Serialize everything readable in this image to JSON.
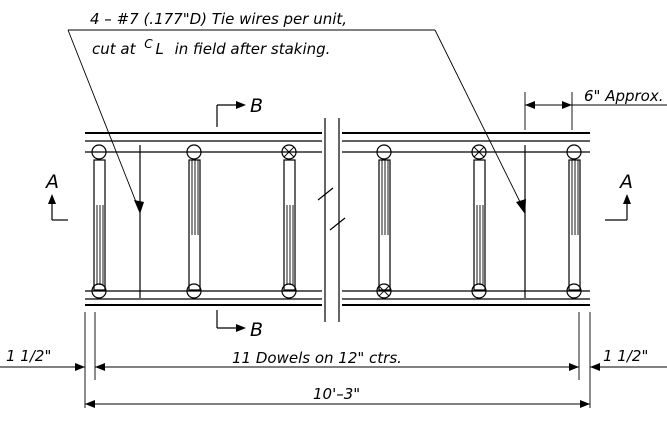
{
  "note": {
    "line1": "4 – #7 (.177\"D) Tie wires per unit,",
    "line2_pre": "cut at",
    "line2_sym": "C",
    "line2_sub": "L",
    "line2_post": "in field after staking."
  },
  "section_labels": {
    "b_top": "B",
    "b_bottom": "B",
    "a_left": "A",
    "a_right": "A"
  },
  "dimensions": {
    "approx": "6\" Approx.",
    "left_edge": "1 1/2\"",
    "right_edge": "1 1/2\"",
    "dowels": "11 Dowels on 12\" ctrs.",
    "overall": "10'–3\""
  }
}
